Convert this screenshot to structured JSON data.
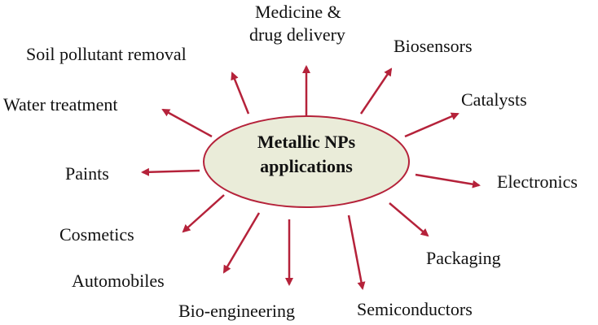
{
  "center": {
    "line1": "Metallic NPs",
    "line2": "applications"
  },
  "applications": [
    "Medicine &",
    "drug delivery",
    "Biosensors",
    "Catalysts",
    "Electronics",
    "Packaging",
    "Semiconductors",
    "Bio-engineering",
    "Automobiles",
    "Cosmetics",
    "Paints",
    "Water treatment",
    "Soil pollutant removal"
  ],
  "colors": {
    "arrow": "#b5223a",
    "ellipse_fill": "#eaecd9",
    "ellipse_stroke": "#b5223a"
  }
}
